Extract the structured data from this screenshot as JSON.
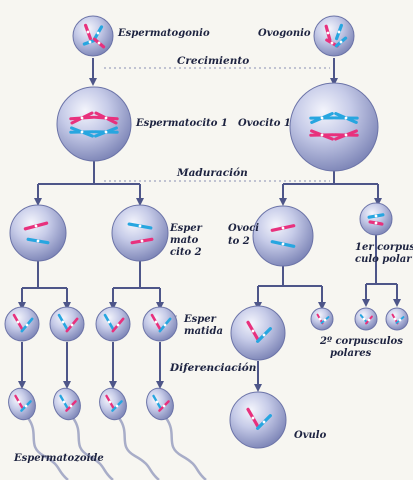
{
  "labels": {
    "espermatogonio": "Espermatogonio",
    "ovogonio": "Ovogonio",
    "crecimiento": "Crecimiento",
    "espermatocito1": "Espermatocito 1",
    "ovocito1": "Ovocito 1",
    "maduracion": "Maduración",
    "espermatocito2_l1": "Esper",
    "espermatocito2_l2": "mato",
    "espermatocito2_l3": "cito 2",
    "ovocito2_l1": "Ovoci",
    "ovocito2_l2": "to 2",
    "corpusculo1_l1": "1er corpus",
    "corpusculo1_l2": "culo polar",
    "espermatida_l1": "Esper",
    "espermatida_l2": "matida",
    "corpusculos2_l1": "2º corpusculos",
    "corpusculos2_l2": "polares",
    "diferenciacion": "Diferenciación",
    "ovulo": "Ovulo",
    "espermatozoide": "Espermatozoide"
  },
  "colors": {
    "background": "#f7f6f1",
    "cell_fill": "#c3c8e6",
    "cell_edge": "#6c74a8",
    "arrow": "#4e5689",
    "chrom_pink": "#e8317d",
    "chrom_blue": "#27a6e0"
  }
}
